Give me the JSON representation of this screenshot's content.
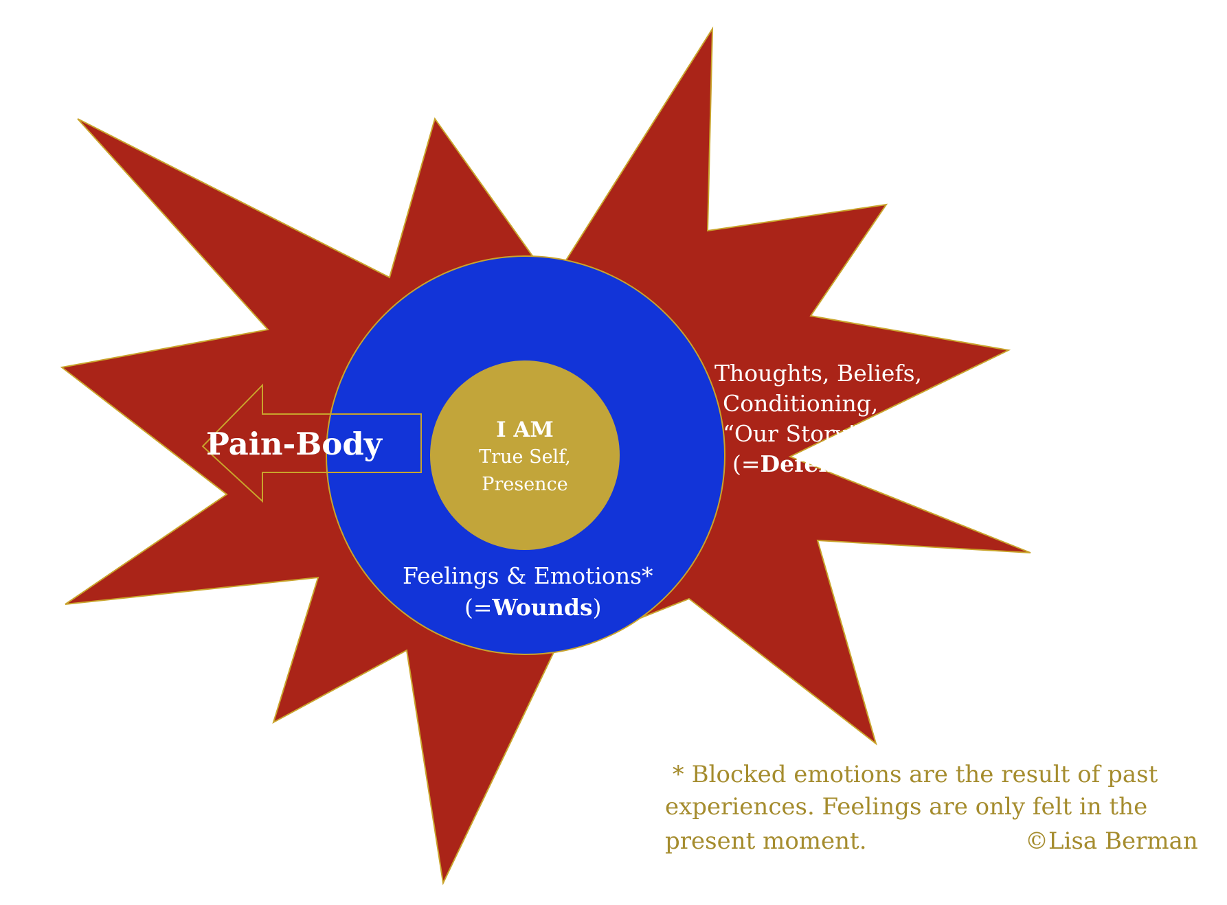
{
  "diagram": {
    "pain_body_label": "Pain-Body",
    "core": {
      "title": "I AM",
      "line1": "True Self,",
      "line2": "Presence"
    },
    "defenses": {
      "line1": "Thoughts, Beliefs,",
      "line2": "Conditioning,",
      "line3": "“Our Story”",
      "line4_prefix": "(=",
      "line4_bold": "Defenses",
      "line4_suffix": ")"
    },
    "wounds": {
      "line1": "Feelings & Emotions*",
      "line2_prefix": "(=",
      "line2_bold": "Wounds",
      "line2_suffix": ")"
    },
    "footnote": {
      "line1": " * Blocked emotions are the result of past",
      "line2": "experiences. Feelings are only felt in the",
      "line3": "present moment.",
      "copyright": "©Lisa Berman"
    },
    "colors": {
      "starburst": "#aa2418",
      "outline": "#c9a42c",
      "ring": "#1234d8",
      "core": "#c2a53a",
      "footnote_text": "#a58c2e"
    }
  }
}
